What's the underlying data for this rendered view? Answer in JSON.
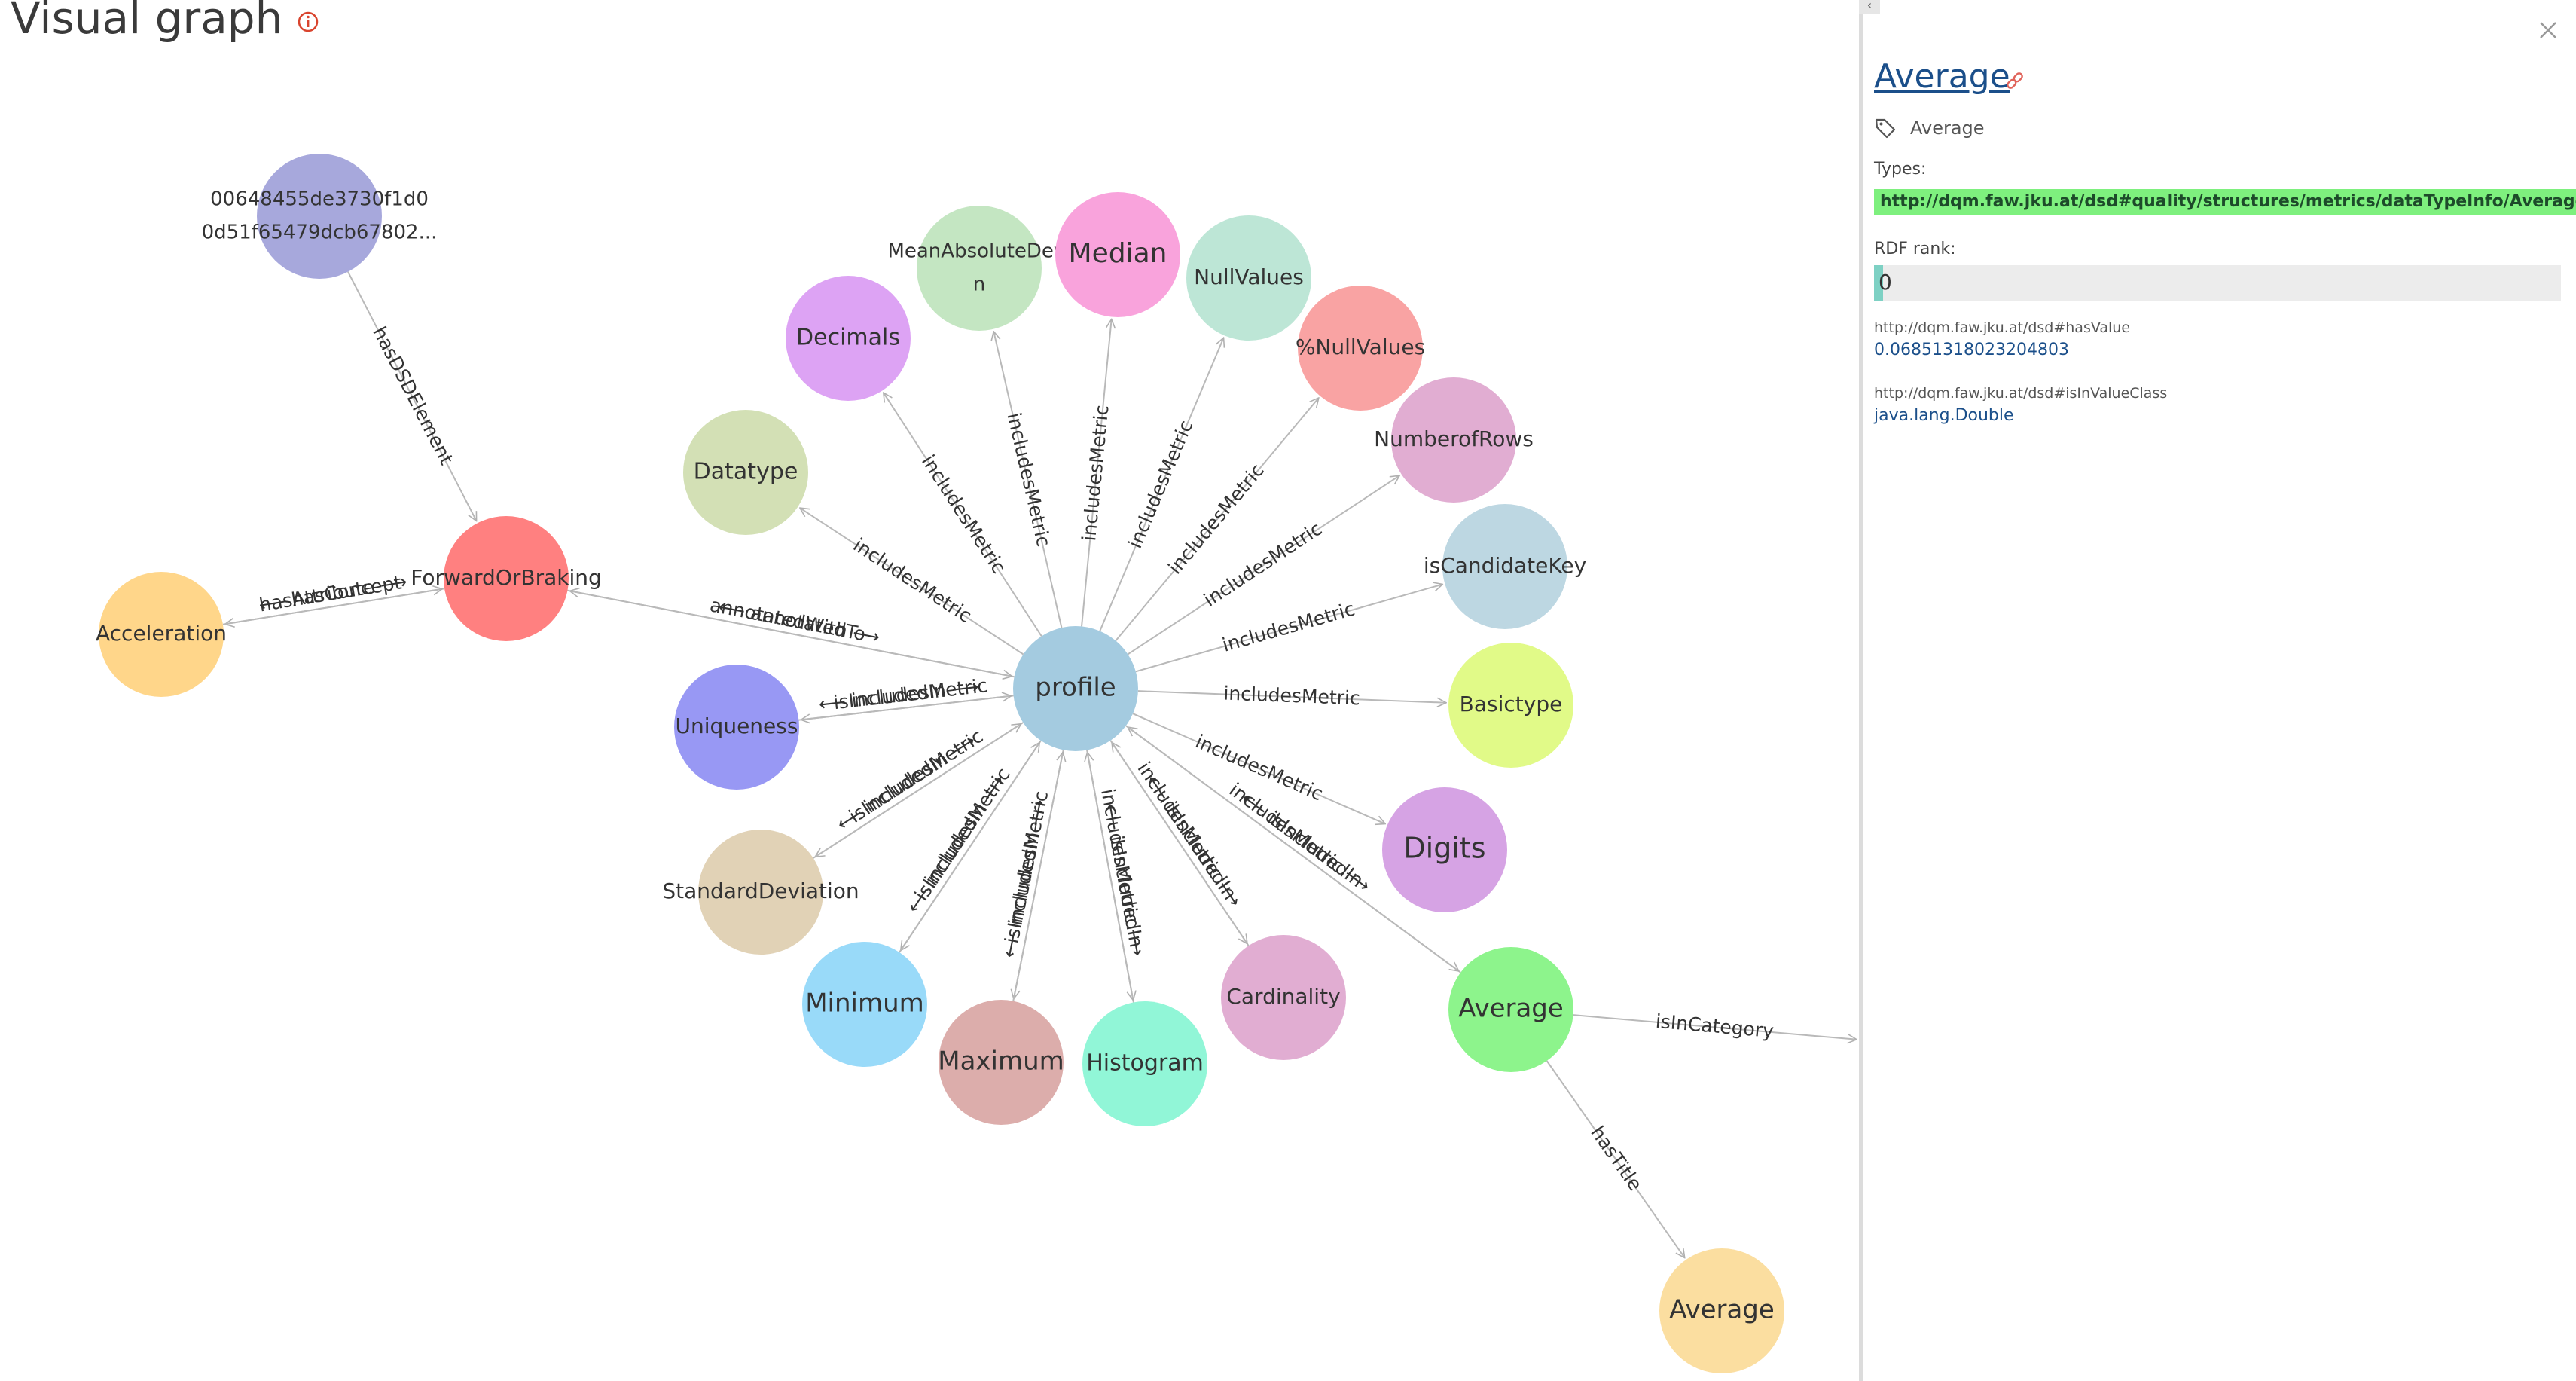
{
  "page": {
    "title": "Visual graph",
    "info_icon": "info-circle-icon"
  },
  "graph": {
    "nodes": [
      {
        "id": "profile",
        "label": "profile",
        "color": "#a4cbe0",
        "label_size": 34
      },
      {
        "id": "forward",
        "label": "ForwardOrBraking",
        "color": "#ff8080",
        "label_size": 28
      },
      {
        "id": "acceleration",
        "label": "Acceleration",
        "color": "#ffd68a",
        "label_size": 28
      },
      {
        "id": "dsd",
        "label": "00648455de3730f1d0",
        "label2": "0d51f65479dcb67802...",
        "color": "#a7a8dc",
        "label_size": 26
      },
      {
        "id": "meanabs",
        "label": "MeanAbsoluteDevi",
        "label2": "n",
        "color": "#c4e6c2",
        "label_size": 26
      },
      {
        "id": "median",
        "label": "Median",
        "color": "#f9a3dc",
        "label_size": 36
      },
      {
        "id": "nullvalues",
        "label": "NullValues",
        "color": "#bde6d6",
        "label_size": 28
      },
      {
        "id": "pctnull",
        "label": "%NullValues",
        "color": "#f9a3a3",
        "label_size": 28
      },
      {
        "id": "decimals",
        "label": "Decimals",
        "color": "#dda3f4",
        "label_size": 30
      },
      {
        "id": "datatype",
        "label": "Datatype",
        "color": "#d3e0b5",
        "label_size": 30
      },
      {
        "id": "rows",
        "label": "NumberofRows",
        "color": "#e1add2",
        "label_size": 28
      },
      {
        "id": "candidate",
        "label": "isCandidateKey",
        "color": "#bdd7e2",
        "label_size": 28
      },
      {
        "id": "basictype",
        "label": "Basictype",
        "color": "#e1fa88",
        "label_size": 28
      },
      {
        "id": "digits",
        "label": "Digits",
        "color": "#d6a3e4",
        "label_size": 38
      },
      {
        "id": "uniqueness",
        "label": "Uniqueness",
        "color": "#9898f4",
        "label_size": 28
      },
      {
        "id": "stddev",
        "label": "StandardDeviation",
        "color": "#e1d2b6",
        "label_size": 28
      },
      {
        "id": "minimum",
        "label": "Minimum",
        "color": "#99daf9",
        "label_size": 34
      },
      {
        "id": "maximum",
        "label": "Maximum",
        "color": "#dcadab",
        "label_size": 34
      },
      {
        "id": "histogram",
        "label": "Histogram",
        "color": "#91f6d7",
        "label_size": 30
      },
      {
        "id": "cardinality",
        "label": "Cardinality",
        "color": "#e1add2",
        "label_size": 28
      },
      {
        "id": "average",
        "label": "Average",
        "color": "#8df48c",
        "label_size": 34
      },
      {
        "id": "avgtitle",
        "label": "Average",
        "color": "#fbdea0",
        "label_size": 34
      }
    ],
    "edges": [
      {
        "label": "hasDSDElement"
      },
      {
        "label": "hasAttribute ⟶"
      },
      {
        "label": "⟵ hasConcept"
      },
      {
        "label": "annotatedWith ⟶"
      },
      {
        "label": "⟵ annotatedTo"
      },
      {
        "label": "includesMetric"
      },
      {
        "label": "includesMetric"
      },
      {
        "label": "includesMetric"
      },
      {
        "label": "includesMetric"
      },
      {
        "label": "includesMetric"
      },
      {
        "label": "includesMetric"
      },
      {
        "label": "includesMetric"
      },
      {
        "label": "includesMetric"
      },
      {
        "label": "includesMetric"
      },
      {
        "label": "includesMetric"
      },
      {
        "label": "isIncludedIn ⟶"
      },
      {
        "label": "⟵ includesMetric"
      },
      {
        "label": "isIncludedIn ⟶"
      },
      {
        "label": "⟵ includesMetric"
      },
      {
        "label": "isIncludedIn ⟶"
      },
      {
        "label": "⟵ includesMetric"
      },
      {
        "label": "isIncludedIn ⟶"
      },
      {
        "label": "⟵ includesMetric"
      },
      {
        "label": "⟵ isIncludedIn"
      },
      {
        "label": "includesMetric ⟶"
      },
      {
        "label": "⟵ isIncludedIn"
      },
      {
        "label": "includesMetric ⟶"
      },
      {
        "label": "⟵ isIncludedIn"
      },
      {
        "label": "includesMetric ⟶"
      },
      {
        "label": "isInCategory"
      },
      {
        "label": "hasTitle"
      }
    ]
  },
  "panel": {
    "title": "Average",
    "label": "Average",
    "types_caption": "Types:",
    "types_value": "http://dqm.faw.jku.at/dsd#quality/structures/metrics/dataTypeInfo/Average",
    "rank_caption": "RDF rank:",
    "rank_value": "0",
    "properties": [
      {
        "key": "http://dqm.faw.jku.at/dsd#hasValue",
        "value": "0.06851318023204803"
      },
      {
        "key": "http://dqm.faw.jku.at/dsd#isInValueClass",
        "value": "java.lang.Double"
      }
    ]
  },
  "colors": {
    "link": "#1b4f8a",
    "edge": "#b9b9b9",
    "types_highlight": "#7ef07e",
    "rank_fill": "#7ed1c4"
  }
}
